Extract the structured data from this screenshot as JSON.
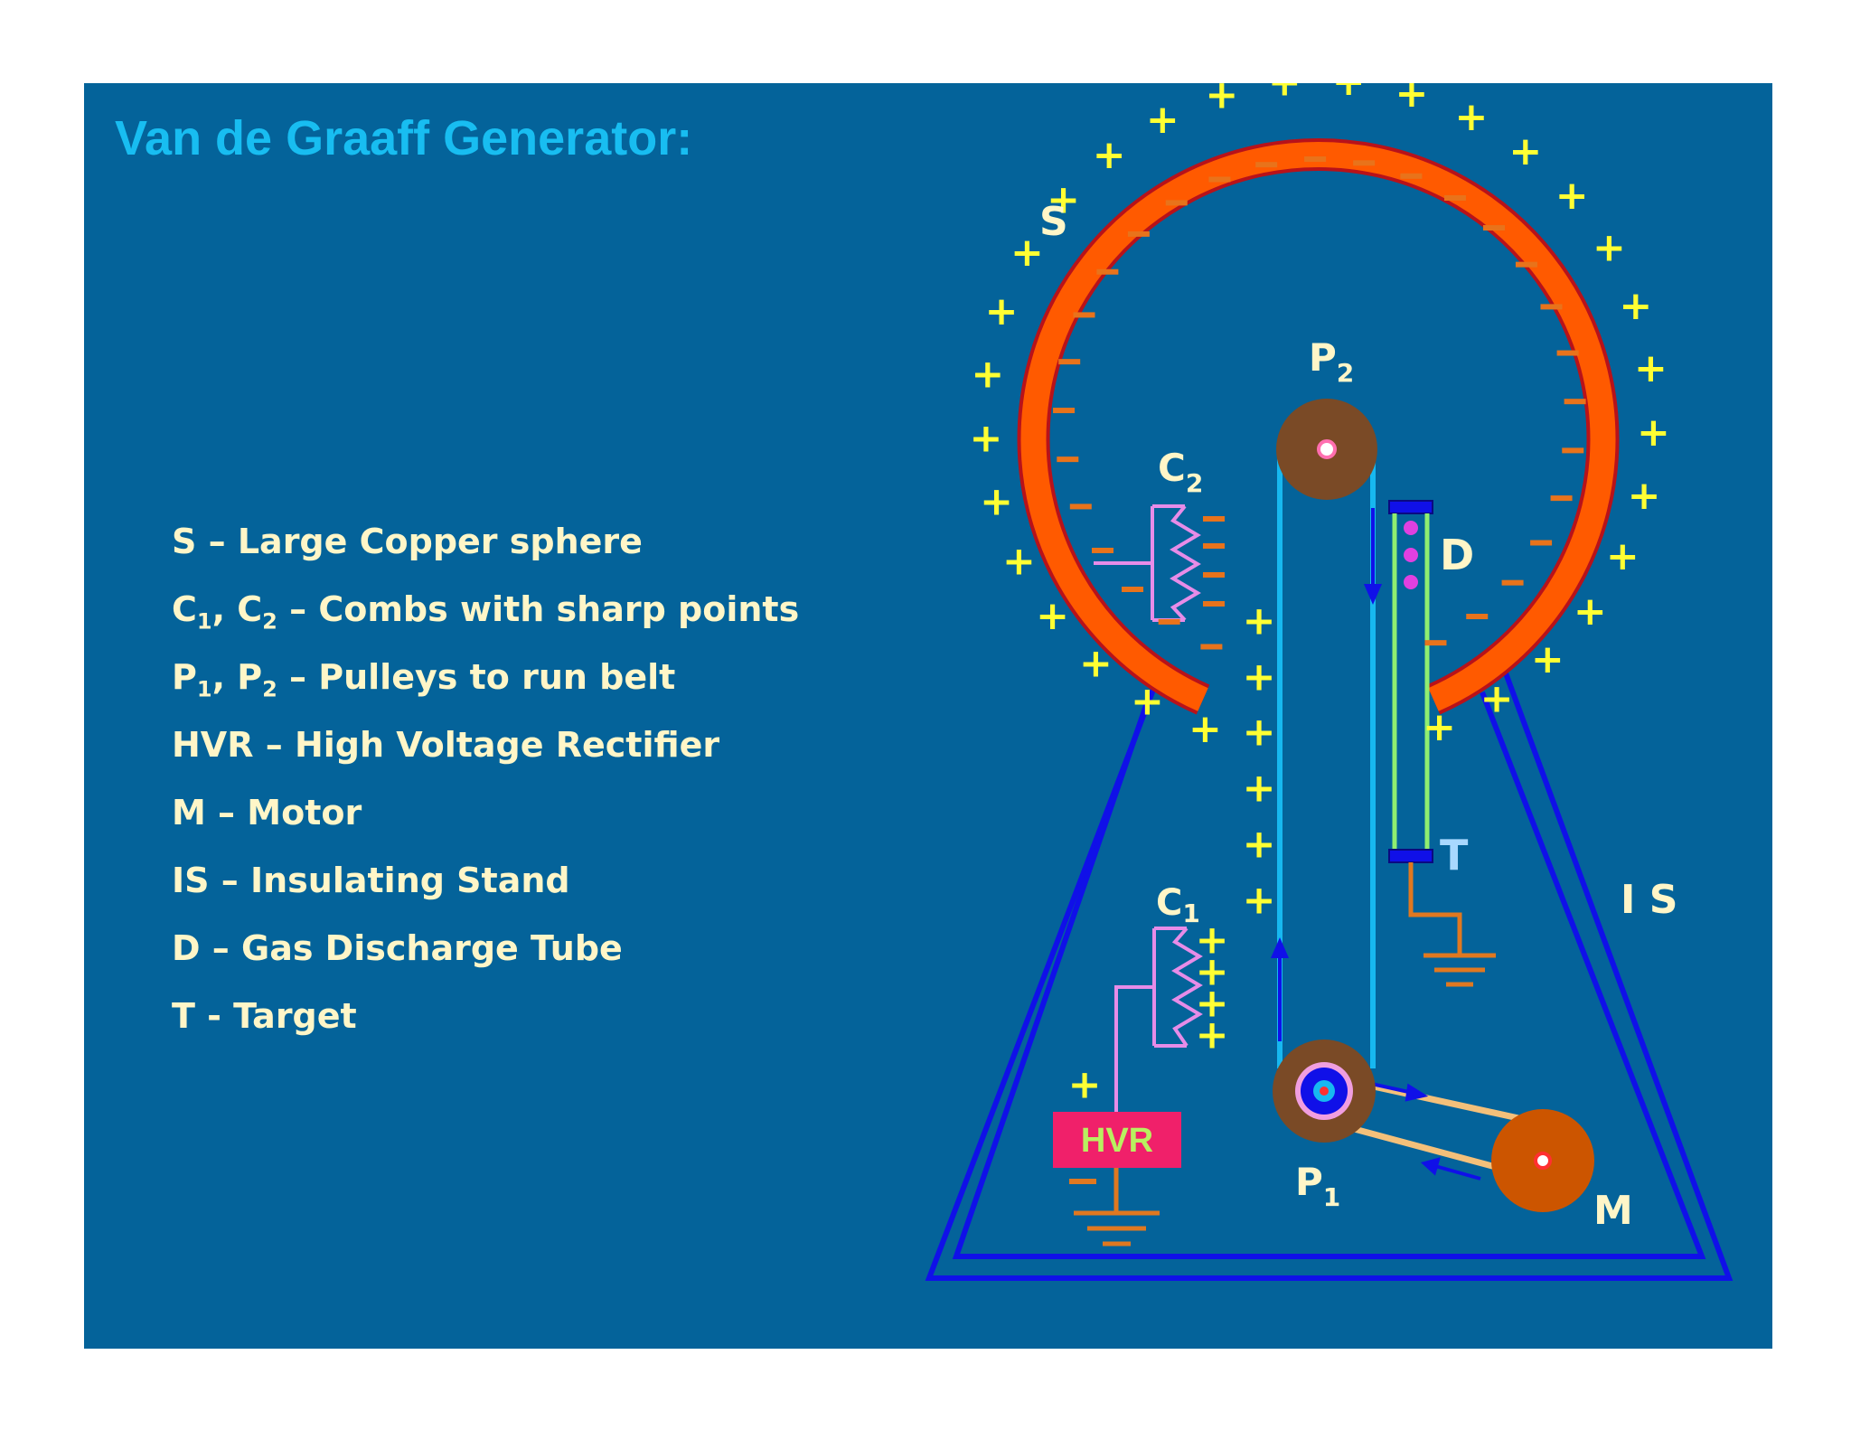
{
  "title": "Van de Graaff Generator:",
  "legend": [
    {
      "a": "S",
      "as": "",
      "b": "",
      "bs": "",
      "desc": " – Large Copper  sphere"
    },
    {
      "a": "C",
      "as": "1",
      "b": ", C",
      "bs": "2",
      "desc": " – Combs with sharp points"
    },
    {
      "a": "P",
      "as": "1",
      "b": ", P",
      "bs": "2",
      "desc": " – Pulleys to run belt"
    },
    {
      "a": "HVR",
      "as": "",
      "b": "",
      "bs": "",
      "desc": " – High Voltage Rectifier"
    },
    {
      "a": "M",
      "as": "",
      "b": "",
      "bs": "",
      "desc": " – Motor"
    },
    {
      "a": "IS",
      "as": "",
      "b": "",
      "bs": "",
      "desc": " – Insulating Stand"
    },
    {
      "a": "D",
      "as": "",
      "b": "",
      "bs": "",
      "desc": " – Gas Discharge Tube"
    },
    {
      "a": "T",
      "as": "",
      "b": "",
      "bs": "",
      "desc": " - Target"
    }
  ],
  "labels": {
    "S": "S",
    "P2": "P",
    "P2_sub": "2",
    "C2": "C",
    "C2_sub": "2",
    "C1": "C",
    "C1_sub": "1",
    "P1": "P",
    "P1_sub": "1",
    "D": "D",
    "T": "T",
    "IS": "I S",
    "M": "M",
    "HVR": "HVR",
    "plus": "+",
    "minus": "–"
  },
  "colors": {
    "background": "#04639a",
    "title": "#18bdf1",
    "legend_text": "#fff6c8",
    "sphere": "#ff5a00",
    "sphere_outline": "#b8121a",
    "plus": "#ffff33",
    "minus": "#e8731b",
    "belt": "#17b8f0",
    "stand": "#1010e8",
    "pulley": "#7a4a26",
    "motor": "#cc5500",
    "comb": "#e78ce8",
    "tube": "#90ee70",
    "hvr_box": "#f0206a",
    "hvr_text": "#b8f060",
    "ground": "#e07820"
  }
}
